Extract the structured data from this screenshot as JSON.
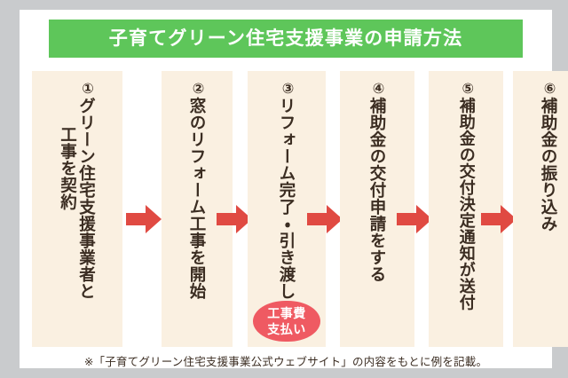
{
  "header": {
    "title": "子育てグリーン住宅支援事業の申請方法",
    "background_color": "#5ec65a",
    "text_color": "#ffffff"
  },
  "theme": {
    "outer_background": "#c9cbcd",
    "card_background": "#ffffff",
    "column_background": "#faf0e1",
    "text_color": "#3b2d22",
    "arrow_color": "#e04a42",
    "badge_color": "#ef5a62"
  },
  "steps": [
    {
      "number": "①",
      "lines": [
        "グリーン住宅支援事業者と",
        "工事を契約"
      ],
      "badge": null
    },
    {
      "number": "②",
      "lines": [
        "窓のリフォーム工事を開始"
      ],
      "badge": null
    },
    {
      "number": "③",
      "lines": [
        "リフォーム完了・引き渡し"
      ],
      "badge": {
        "line1": "工事費",
        "line2": "支払い"
      }
    },
    {
      "number": "④",
      "lines": [
        "補助金の交付申請をする"
      ],
      "badge": null
    },
    {
      "number": "⑤",
      "lines": [
        "補助金の交付決定通知が送付"
      ],
      "badge": null
    },
    {
      "number": "⑥",
      "lines": [
        "補助金の振り込み"
      ],
      "badge": null
    }
  ],
  "arrows": [
    {
      "name": "arrow-1-to-2"
    },
    {
      "name": "arrow-2-to-3"
    },
    {
      "name": "arrow-3-to-4"
    },
    {
      "name": "arrow-4-to-5"
    },
    {
      "name": "arrow-5-to-6"
    }
  ],
  "footnote": {
    "text": "※「子育てグリーン住宅支援事業公式ウェブサイト」の内容をもとに例を記載。"
  }
}
